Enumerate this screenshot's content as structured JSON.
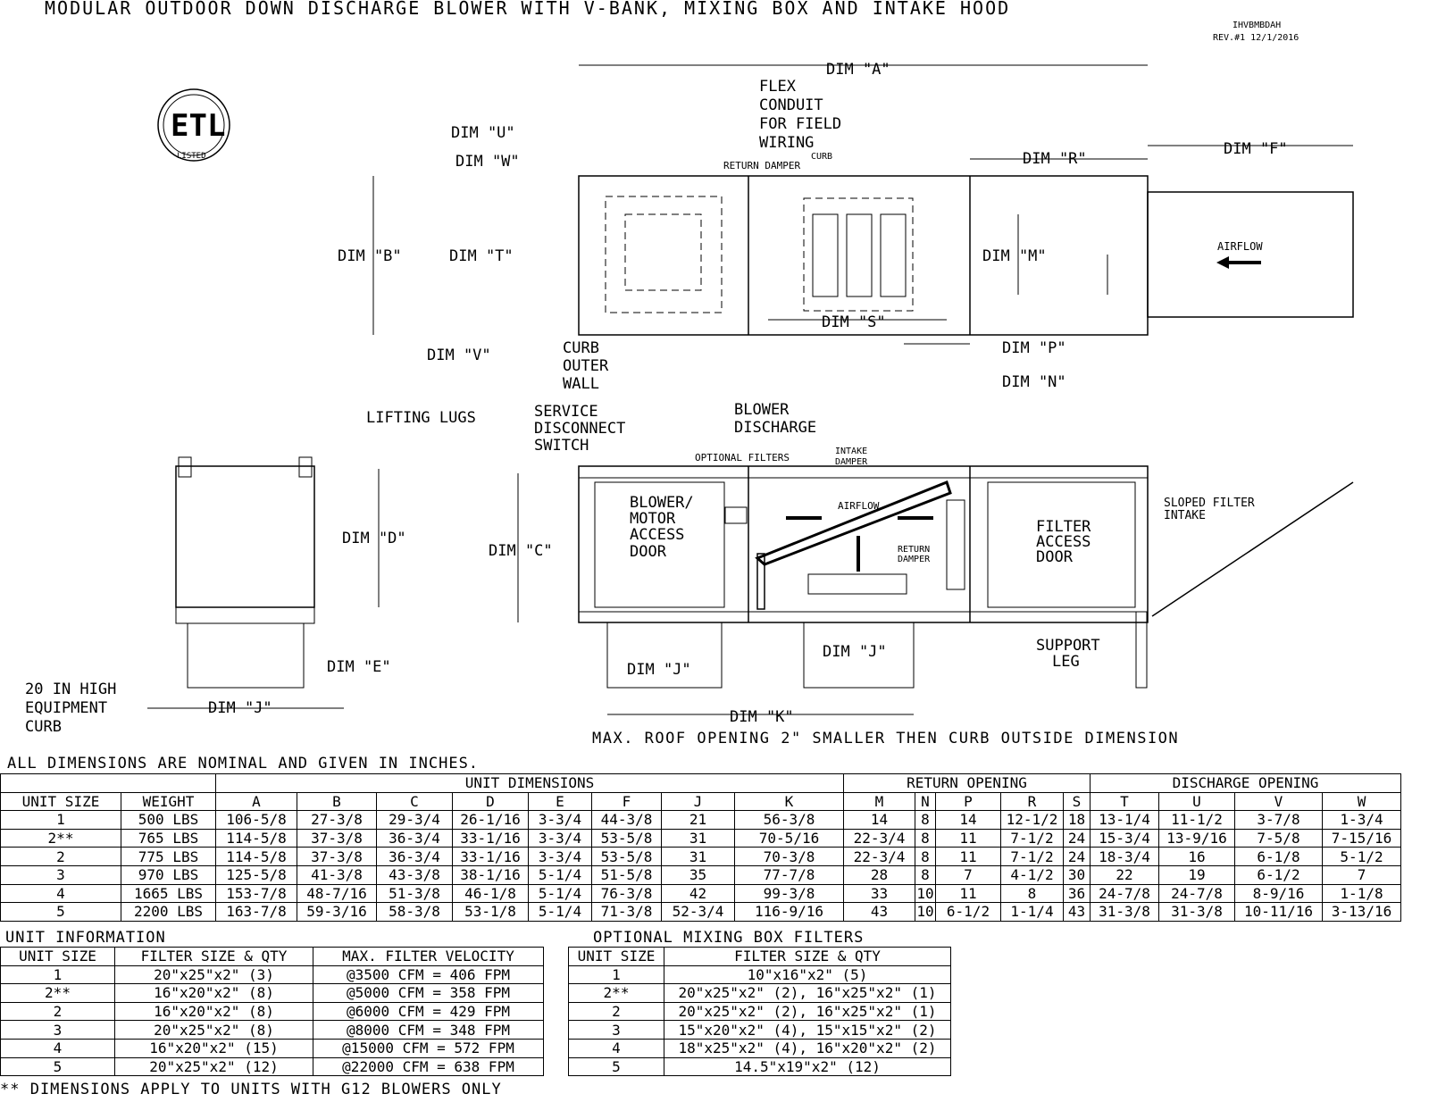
{
  "title": "MODULAR OUTDOOR DOWN DISCHARGE BLOWER WITH V-BANK, MIXING BOX AND INTAKE HOOD",
  "drawing_id": "IHVBMBDAH",
  "revision": "REV.#1  12/1/2016",
  "logo_text": "ETL LISTED",
  "labels": {
    "dim_a": "DIM \"A\"",
    "flex1": "FLEX",
    "flex2": "CONDUIT",
    "flex3": "FOR FIELD",
    "flex4": "WIRING",
    "dim_u": "DIM \"U\"",
    "dim_w": "DIM \"W\"",
    "return_damper_top": "RETURN DAMPER",
    "curb_top": "CURB",
    "dim_r": "DIM \"R\"",
    "dim_f": "DIM \"F\"",
    "dim_b": "DIM \"B\"",
    "dim_t": "DIM \"T\"",
    "dim_m": "DIM \"M\"",
    "airflow_top": "AIRFLOW",
    "dim_s": "DIM \"S\"",
    "dim_p": "DIM \"P\"",
    "dim_v": "DIM \"V\"",
    "curb_outer1": "CURB",
    "curb_outer2": "OUTER",
    "curb_outer3": "WALL",
    "dim_n": "DIM \"N\"",
    "blower_dis1": "BLOWER",
    "blower_dis2": "DISCHARGE",
    "lifting_lugs": "LIFTING LUGS",
    "service1": "SERVICE",
    "service2": "DISCONNECT",
    "service3": "SWITCH",
    "optional_filters": "OPTIONAL FILTERS",
    "intake1": "INTAKE",
    "intake2": "DAMPER",
    "sloped1": "SLOPED FILTER",
    "sloped2": "INTAKE",
    "bm1": "BLOWER/",
    "bm2": "MOTOR",
    "bm3": "ACCESS",
    "bm4": "DOOR",
    "airflow_side": "AIRFLOW",
    "fa1": "FILTER",
    "fa2": "ACCESS",
    "fa3": "DOOR",
    "rd1": "RETURN",
    "rd2": "DAMPER",
    "dim_d": "DIM \"D\"",
    "dim_c": "DIM \"C\"",
    "dim_e": "DIM \"E\"",
    "dim_j1": "DIM \"J\"",
    "dim_j2": "DIM \"J\"",
    "dim_j3": "DIM \"J\"",
    "support1": "SUPPORT",
    "support2": "LEG",
    "curb1": "20 IN HIGH",
    "curb2": "EQUIPMENT",
    "curb3": "CURB",
    "dim_k": "DIM \"K\"",
    "roof_note": "MAX. ROOF OPENING 2\" SMALLER THEN CURB OUTSIDE DIMENSION"
  },
  "dims_note": "ALL DIMENSIONS ARE NOMINAL AND GIVEN IN INCHES.",
  "dims_table": {
    "groups": [
      "UNIT DIMENSIONS",
      "RETURN OPENING",
      "DISCHARGE OPENING"
    ],
    "headers": [
      "UNIT SIZE",
      "WEIGHT",
      "A",
      "B",
      "C",
      "D",
      "E",
      "F",
      "J",
      "K",
      "M",
      "N",
      "P",
      "R",
      "S",
      "T",
      "U",
      "V",
      "W"
    ],
    "rows": [
      [
        "1",
        "500 LBS",
        "106-5/8",
        "27-3/8",
        "29-3/4",
        "26-1/16",
        "3-3/4",
        "44-3/8",
        "21",
        "56-3/8",
        "14",
        "8",
        "14",
        "12-1/2",
        "18",
        "13-1/4",
        "11-1/2",
        "3-7/8",
        "1-3/4"
      ],
      [
        "2**",
        "765 LBS",
        "114-5/8",
        "37-3/8",
        "36-3/4",
        "33-1/16",
        "3-3/4",
        "53-5/8",
        "31",
        "70-5/16",
        "22-3/4",
        "8",
        "11",
        "7-1/2",
        "24",
        "15-3/4",
        "13-9/16",
        "7-5/8",
        "7-15/16"
      ],
      [
        "2",
        "775 LBS",
        "114-5/8",
        "37-3/8",
        "36-3/4",
        "33-1/16",
        "3-3/4",
        "53-5/8",
        "31",
        "70-3/8",
        "22-3/4",
        "8",
        "11",
        "7-1/2",
        "24",
        "18-3/4",
        "16",
        "6-1/8",
        "5-1/2"
      ],
      [
        "3",
        "970 LBS",
        "125-5/8",
        "41-3/8",
        "43-3/8",
        "38-1/16",
        "5-1/4",
        "51-5/8",
        "35",
        "77-7/8",
        "28",
        "8",
        "7",
        "4-1/2",
        "30",
        "22",
        "19",
        "6-1/2",
        "7"
      ],
      [
        "4",
        "1665 LBS",
        "153-7/8",
        "48-7/16",
        "51-3/8",
        "46-1/8",
        "5-1/4",
        "76-3/8",
        "42",
        "99-3/8",
        "33",
        "10",
        "11",
        "8",
        "36",
        "24-7/8",
        "24-7/8",
        "8-9/16",
        "1-1/8"
      ],
      [
        "5",
        "2200 LBS",
        "163-7/8",
        "59-3/16",
        "58-3/8",
        "53-1/8",
        "5-1/4",
        "71-3/8",
        "52-3/4",
        "116-9/16",
        "43",
        "10",
        "6-1/2",
        "1-1/4",
        "43",
        "31-3/8",
        "31-3/8",
        "10-11/16",
        "3-13/16"
      ]
    ]
  },
  "unit_info": {
    "title": "UNIT INFORMATION",
    "headers": [
      "UNIT SIZE",
      "FILTER SIZE & QTY",
      "MAX. FILTER VELOCITY"
    ],
    "rows": [
      [
        "1",
        "20\"x25\"x2\" (3)",
        "@3500 CFM = 406 FPM"
      ],
      [
        "2**",
        "16\"x20\"x2\" (8)",
        "@5000 CFM = 358 FPM"
      ],
      [
        "2",
        "16\"x20\"x2\" (8)",
        "@6000 CFM = 429 FPM"
      ],
      [
        "3",
        "20\"x25\"x2\" (8)",
        "@8000 CFM = 348 FPM"
      ],
      [
        "4",
        "16\"x20\"x2\" (15)",
        "@15000 CFM = 572 FPM"
      ],
      [
        "5",
        "20\"x25\"x2\" (12)",
        "@22000 CFM = 638 FPM"
      ]
    ]
  },
  "mixing_box": {
    "title": "OPTIONAL MIXING BOX FILTERS",
    "headers": [
      "UNIT SIZE",
      "FILTER SIZE & QTY"
    ],
    "rows": [
      [
        "1",
        "10\"x16\"x2\" (5)"
      ],
      [
        "2**",
        "20\"x25\"x2\" (2), 16\"x25\"x2\" (1)"
      ],
      [
        "2",
        "20\"x25\"x2\" (2), 16\"x25\"x2\" (1)"
      ],
      [
        "3",
        "15\"x20\"x2\" (4), 15\"x15\"x2\" (2)"
      ],
      [
        "4",
        "18\"x25\"x2\" (4), 16\"x20\"x2\" (2)"
      ],
      [
        "5",
        "14.5\"x19\"x2\" (12)"
      ]
    ]
  },
  "footnote": "** DIMENSIONS APPLY TO UNITS WITH G12 BLOWERS ONLY"
}
